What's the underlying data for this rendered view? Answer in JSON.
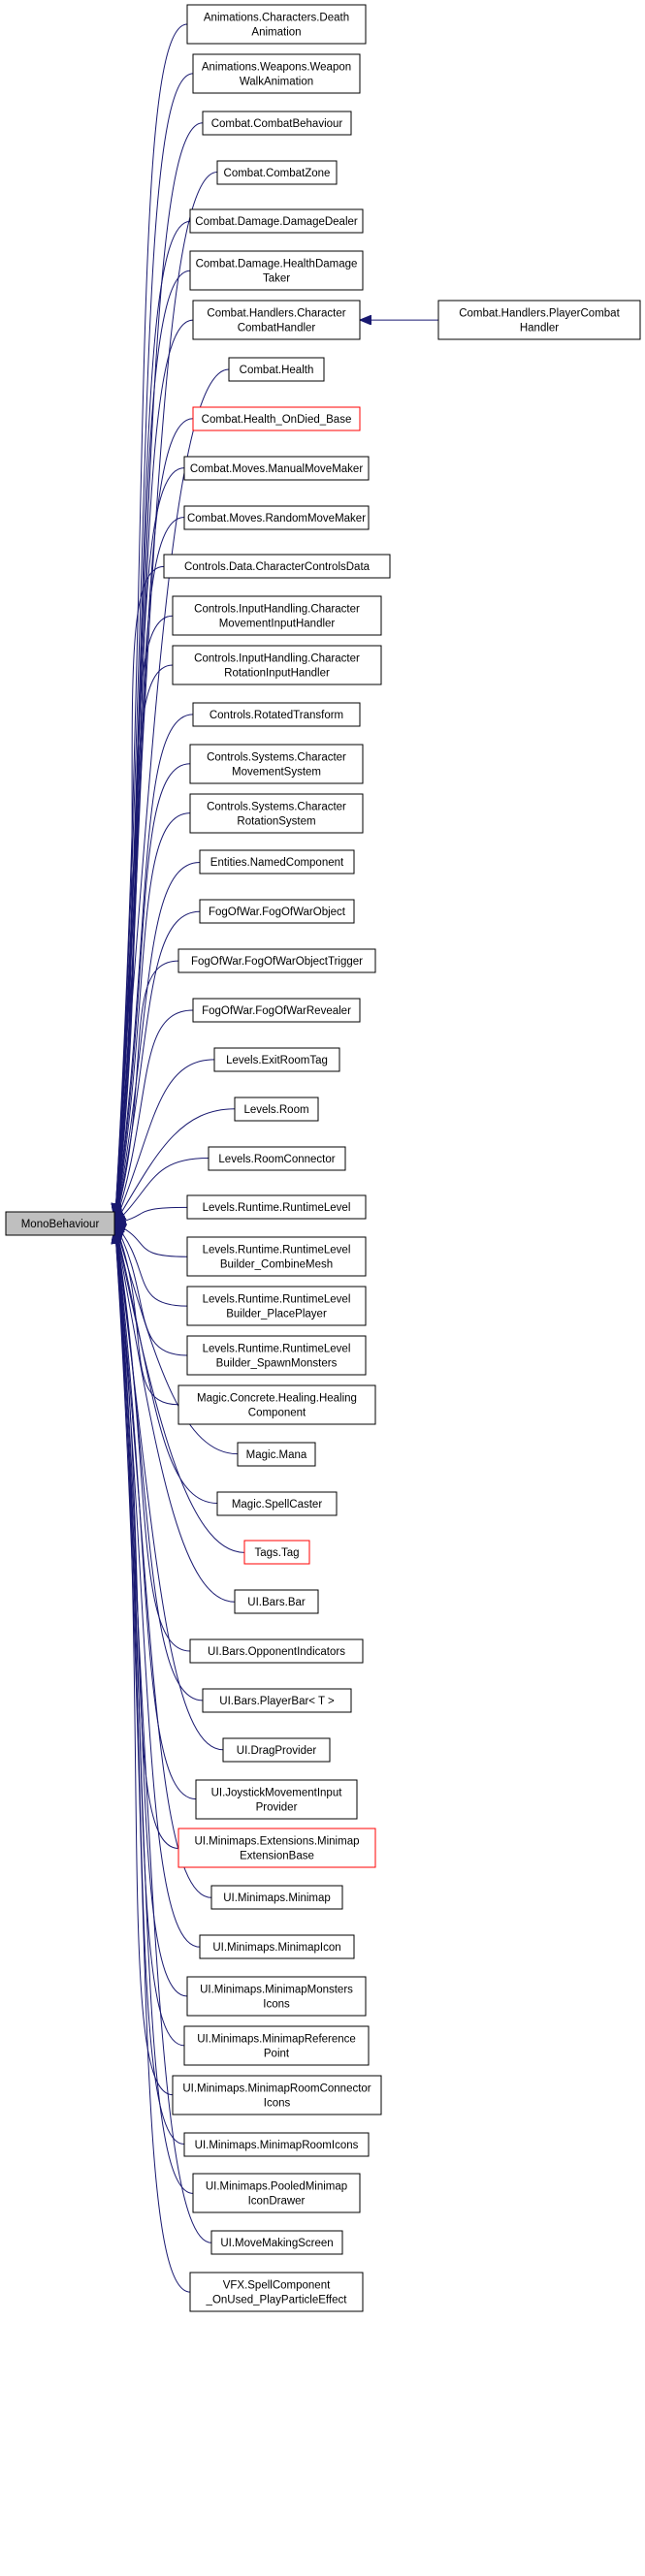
{
  "colors": {
    "edge": "#191970",
    "node_border": "#000000",
    "node_border_highlight": "#ff0000",
    "root_fill": "#bfbfbf",
    "node_fill": "#ffffff"
  },
  "root": {
    "lines": [
      "MonoBehaviour"
    ]
  },
  "nodes": [
    {
      "id": "death-animation",
      "lines": [
        "Animations.Characters.Death",
        "Animation"
      ],
      "highlight": false
    },
    {
      "id": "weapon-walk-animation",
      "lines": [
        "Animations.Weapons.Weapon",
        "WalkAnimation"
      ],
      "highlight": false
    },
    {
      "id": "combat-behaviour",
      "lines": [
        "Combat.CombatBehaviour"
      ],
      "highlight": false
    },
    {
      "id": "combat-zone",
      "lines": [
        "Combat.CombatZone"
      ],
      "highlight": false
    },
    {
      "id": "damage-dealer",
      "lines": [
        "Combat.Damage.DamageDealer"
      ],
      "highlight": false
    },
    {
      "id": "health-damage-taker",
      "lines": [
        "Combat.Damage.HealthDamage",
        "Taker"
      ],
      "highlight": false
    },
    {
      "id": "character-combat-handler",
      "lines": [
        "Combat.Handlers.Character",
        "CombatHandler"
      ],
      "highlight": false
    },
    {
      "id": "combat-health",
      "lines": [
        "Combat.Health"
      ],
      "highlight": false
    },
    {
      "id": "health-ondied-base",
      "lines": [
        "Combat.Health_OnDied_Base"
      ],
      "highlight": true
    },
    {
      "id": "manual-move-maker",
      "lines": [
        "Combat.Moves.ManualMoveMaker"
      ],
      "highlight": false
    },
    {
      "id": "random-move-maker",
      "lines": [
        "Combat.Moves.RandomMoveMaker"
      ],
      "highlight": false
    },
    {
      "id": "character-controls-data",
      "lines": [
        "Controls.Data.CharacterControlsData"
      ],
      "highlight": false
    },
    {
      "id": "character-movement-input-handler",
      "lines": [
        "Controls.InputHandling.Character",
        "MovementInputHandler"
      ],
      "highlight": false
    },
    {
      "id": "character-rotation-input-handler",
      "lines": [
        "Controls.InputHandling.Character",
        "RotationInputHandler"
      ],
      "highlight": false
    },
    {
      "id": "rotated-transform",
      "lines": [
        "Controls.RotatedTransform"
      ],
      "highlight": false
    },
    {
      "id": "character-movement-system",
      "lines": [
        "Controls.Systems.Character",
        "MovementSystem"
      ],
      "highlight": false
    },
    {
      "id": "character-rotation-system",
      "lines": [
        "Controls.Systems.Character",
        "RotationSystem"
      ],
      "highlight": false
    },
    {
      "id": "named-component",
      "lines": [
        "Entities.NamedComponent"
      ],
      "highlight": false
    },
    {
      "id": "fog-of-war-object",
      "lines": [
        "FogOfWar.FogOfWarObject"
      ],
      "highlight": false
    },
    {
      "id": "fog-of-war-object-trigger",
      "lines": [
        "FogOfWar.FogOfWarObjectTrigger"
      ],
      "highlight": false
    },
    {
      "id": "fog-of-war-revealer",
      "lines": [
        "FogOfWar.FogOfWarRevealer"
      ],
      "highlight": false
    },
    {
      "id": "exit-room-tag",
      "lines": [
        "Levels.ExitRoomTag"
      ],
      "highlight": false
    },
    {
      "id": "levels-room",
      "lines": [
        "Levels.Room"
      ],
      "highlight": false
    },
    {
      "id": "room-connector",
      "lines": [
        "Levels.RoomConnector"
      ],
      "highlight": false
    },
    {
      "id": "runtime-level",
      "lines": [
        "Levels.Runtime.RuntimeLevel"
      ],
      "highlight": false
    },
    {
      "id": "runtime-level-builder-combine-mesh",
      "lines": [
        "Levels.Runtime.RuntimeLevel",
        "Builder_CombineMesh"
      ],
      "highlight": false
    },
    {
      "id": "runtime-level-builder-place-player",
      "lines": [
        "Levels.Runtime.RuntimeLevel",
        "Builder_PlacePlayer"
      ],
      "highlight": false
    },
    {
      "id": "runtime-level-builder-spawn-monsters",
      "lines": [
        "Levels.Runtime.RuntimeLevel",
        "Builder_SpawnMonsters"
      ],
      "highlight": false
    },
    {
      "id": "healing-component",
      "lines": [
        "Magic.Concrete.Healing.Healing",
        "Component"
      ],
      "highlight": false
    },
    {
      "id": "magic-mana",
      "lines": [
        "Magic.Mana"
      ],
      "highlight": false
    },
    {
      "id": "spell-caster",
      "lines": [
        "Magic.SpellCaster"
      ],
      "highlight": false
    },
    {
      "id": "tags-tag",
      "lines": [
        "Tags.Tag"
      ],
      "highlight": true
    },
    {
      "id": "ui-bars-bar",
      "lines": [
        "UI.Bars.Bar"
      ],
      "highlight": false
    },
    {
      "id": "opponent-indicators",
      "lines": [
        "UI.Bars.OpponentIndicators"
      ],
      "highlight": false
    },
    {
      "id": "player-bar",
      "lines": [
        "UI.Bars.PlayerBar< T >"
      ],
      "highlight": false
    },
    {
      "id": "drag-provider",
      "lines": [
        "UI.DragProvider"
      ],
      "highlight": false
    },
    {
      "id": "joystick-movement-input-provider",
      "lines": [
        "UI.JoystickMovementInput",
        "Provider"
      ],
      "highlight": false
    },
    {
      "id": "minimap-extension-base",
      "lines": [
        "UI.Minimaps.Extensions.Minimap",
        "ExtensionBase"
      ],
      "highlight": true
    },
    {
      "id": "minimap",
      "lines": [
        "UI.Minimaps.Minimap"
      ],
      "highlight": false
    },
    {
      "id": "minimap-icon",
      "lines": [
        "UI.Minimaps.MinimapIcon"
      ],
      "highlight": false
    },
    {
      "id": "minimap-monsters-icons",
      "lines": [
        "UI.Minimaps.MinimapMonsters",
        "Icons"
      ],
      "highlight": false
    },
    {
      "id": "minimap-reference-point",
      "lines": [
        "UI.Minimaps.MinimapReference",
        "Point"
      ],
      "highlight": false
    },
    {
      "id": "minimap-room-connector-icons",
      "lines": [
        "UI.Minimaps.MinimapRoomConnector",
        "Icons"
      ],
      "highlight": false
    },
    {
      "id": "minimap-room-icons",
      "lines": [
        "UI.Minimaps.MinimapRoomIcons"
      ],
      "highlight": false
    },
    {
      "id": "pooled-minimap-icon-drawer",
      "lines": [
        "UI.Minimaps.PooledMinimap",
        "IconDrawer"
      ],
      "highlight": false
    },
    {
      "id": "move-making-screen",
      "lines": [
        "UI.MoveMakingScreen"
      ],
      "highlight": false
    },
    {
      "id": "spell-component-play-particle-effect",
      "lines": [
        "VFX.SpellComponent",
        "_OnUsed_PlayParticleEffect"
      ],
      "highlight": false
    }
  ],
  "derived": {
    "parent_id": "character-combat-handler",
    "node": {
      "id": "player-combat-handler",
      "lines": [
        "Combat.Handlers.PlayerCombat",
        "Handler"
      ],
      "highlight": false
    }
  }
}
